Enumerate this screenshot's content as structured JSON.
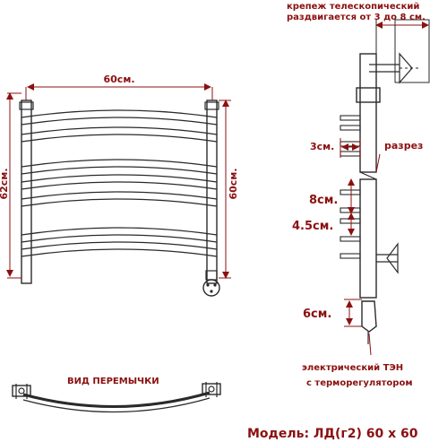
{
  "labels": {
    "mount_line1": "крепеж телескопический",
    "mount_line2": "раздвигается от 3 до 8 см.",
    "width": "60см.",
    "height_left": "62см.",
    "height_right": "60см.",
    "cut": "разрез",
    "d3": "3см.",
    "d8": "8см.",
    "d45": "4.5см.",
    "d6": "6см.",
    "heater_line1": "электрический  ТЭН",
    "heater_line2": "с терморегулятором",
    "jumper_view": "ВИД ПЕРЕМЫЧКИ",
    "model": "Модель: ЛД(г2) 60 х 60"
  },
  "colors": {
    "label": "#8b1010",
    "ink": "#2a2a2a"
  }
}
